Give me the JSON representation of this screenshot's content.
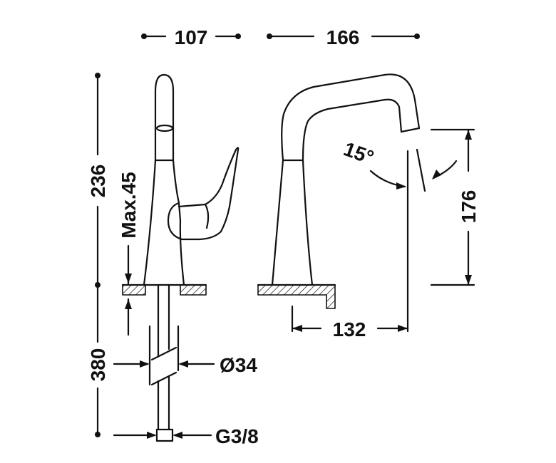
{
  "drawing": {
    "colors": {
      "line": "#111111",
      "background": "#ffffff"
    },
    "dimensions": {
      "width_top_left": "107",
      "width_top_right": "166",
      "height_total": "236",
      "max_lever": "Max.45",
      "spout_height": "176",
      "spout_angle": "15°",
      "spout_reach": "132",
      "hose_length": "380",
      "hole_diameter": "Ø34",
      "connection": "G3/8"
    }
  }
}
